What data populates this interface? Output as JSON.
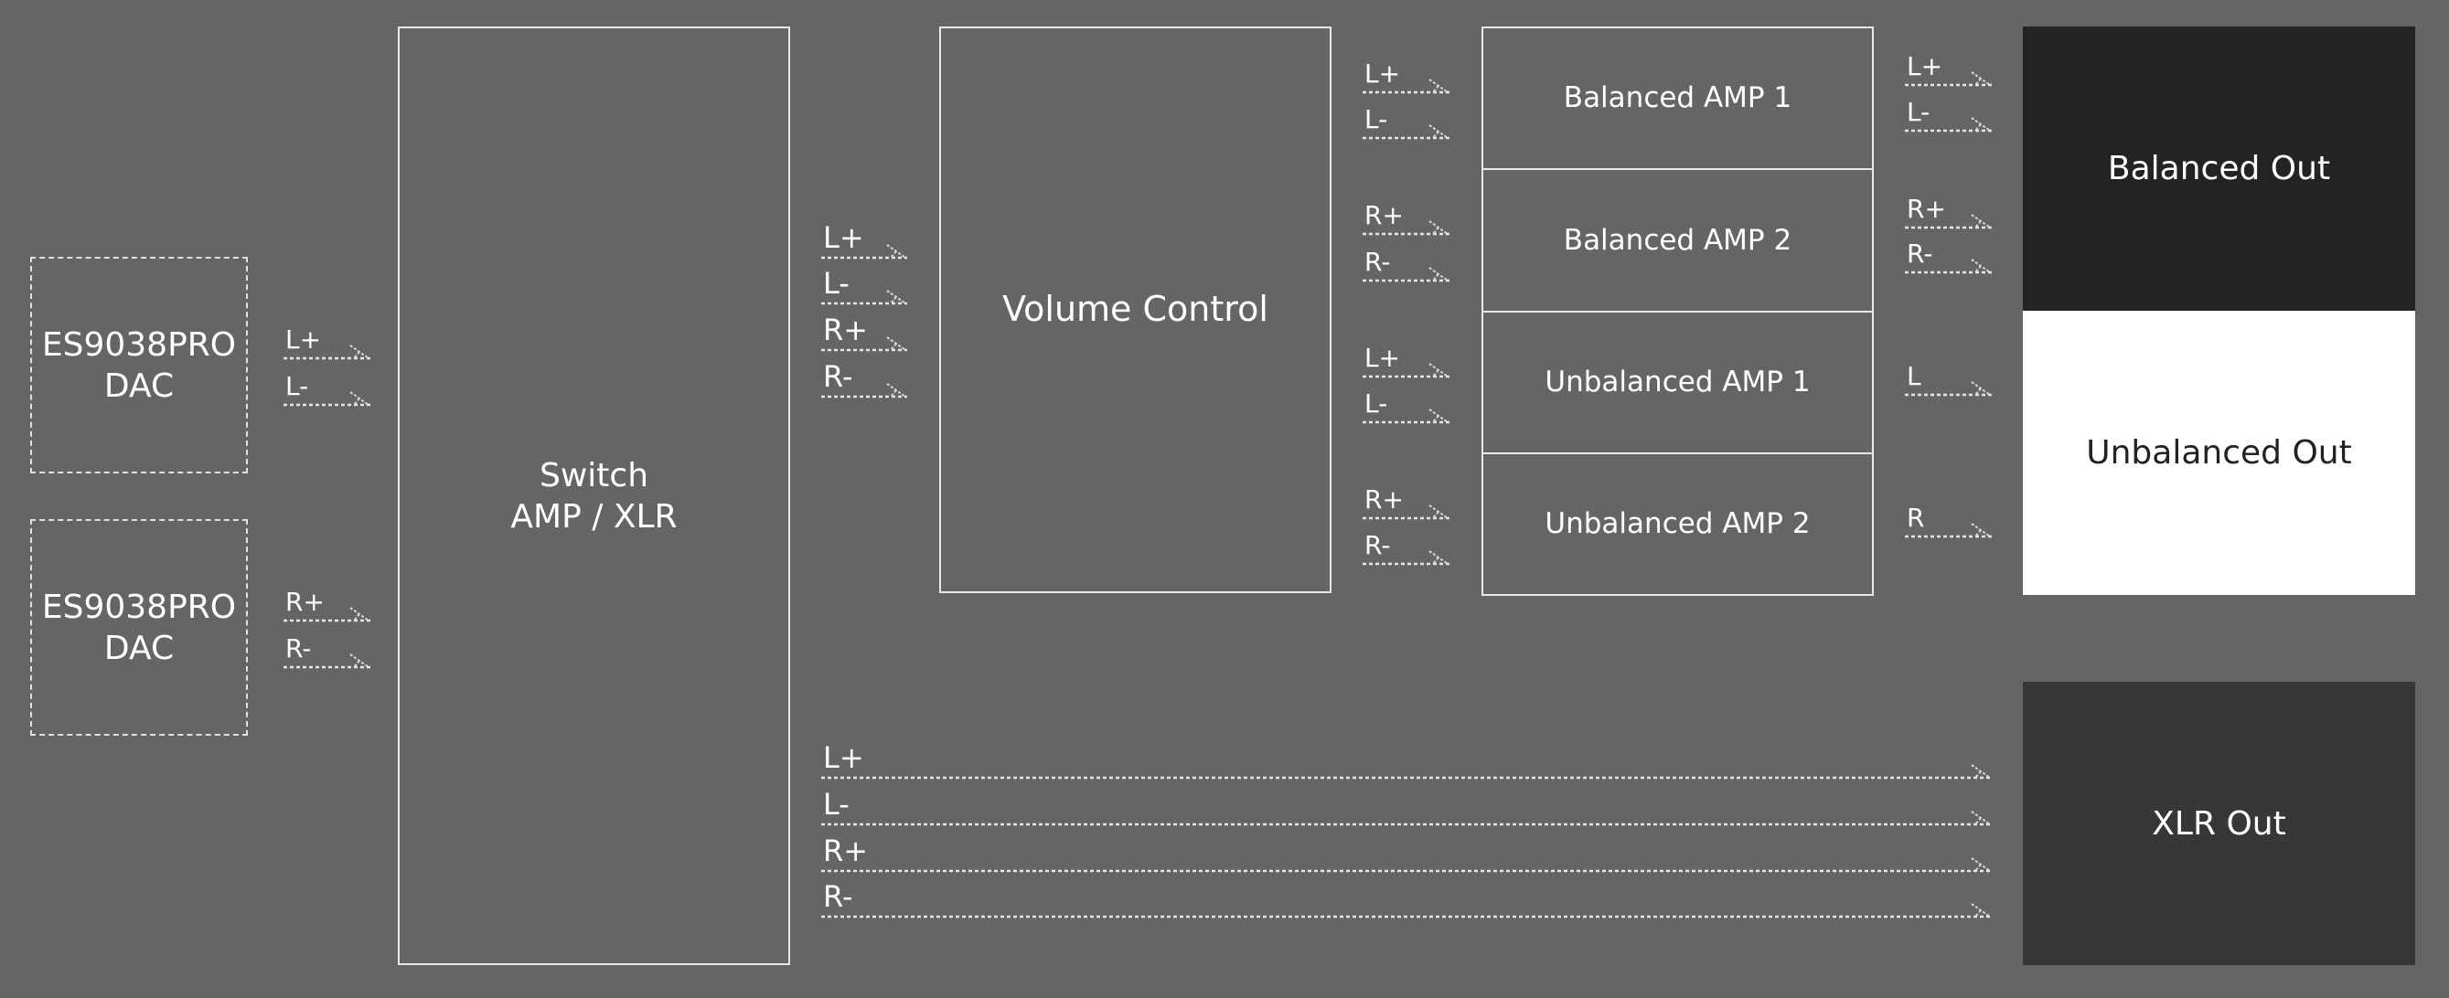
{
  "blocks": {
    "dac_left": {
      "line1": "ES9038PRO",
      "line2": "DAC"
    },
    "dac_right": {
      "line1": "ES9038PRO",
      "line2": "DAC"
    },
    "switch": {
      "line1": "Switch",
      "line2": "AMP / XLR"
    },
    "volume": {
      "title": "Volume Control"
    },
    "bal_amp1": {
      "title": "Balanced AMP 1"
    },
    "bal_amp2": {
      "title": "Balanced AMP 2"
    },
    "unbal_amp1": {
      "title": "Unbalanced AMP 1"
    },
    "unbal_amp2": {
      "title": "Unbalanced AMP 2"
    },
    "bal_out": {
      "title": "Balanced Out",
      "color": "#232323"
    },
    "unbal_out": {
      "title": "Unbalanced Out",
      "color": "#ffffff"
    },
    "xlr_out": {
      "title": "XLR Out",
      "color": "#373737"
    }
  },
  "signals": {
    "dac_left": [
      "L+",
      "L-"
    ],
    "dac_right": [
      "R+",
      "R-"
    ],
    "switch_to_volume": [
      "L+",
      "L-",
      "R+",
      "R-"
    ],
    "volume_to_bal1": [
      "L+",
      "L-"
    ],
    "volume_to_bal2": [
      "R+",
      "R-"
    ],
    "volume_to_unbal1": [
      "L+",
      "L-"
    ],
    "volume_to_unbal2": [
      "R+",
      "R-"
    ],
    "bal1_to_out": [
      "L+",
      "L-"
    ],
    "bal2_to_out": [
      "R+",
      "R-"
    ],
    "unbal1_to_out": [
      "L"
    ],
    "unbal2_to_out": [
      "R"
    ],
    "switch_to_xlr": [
      "L+",
      "L-",
      "R+",
      "R-"
    ]
  },
  "colors": {
    "background": "#656565",
    "line": "#e6e6e6",
    "text": "#ffffff"
  }
}
